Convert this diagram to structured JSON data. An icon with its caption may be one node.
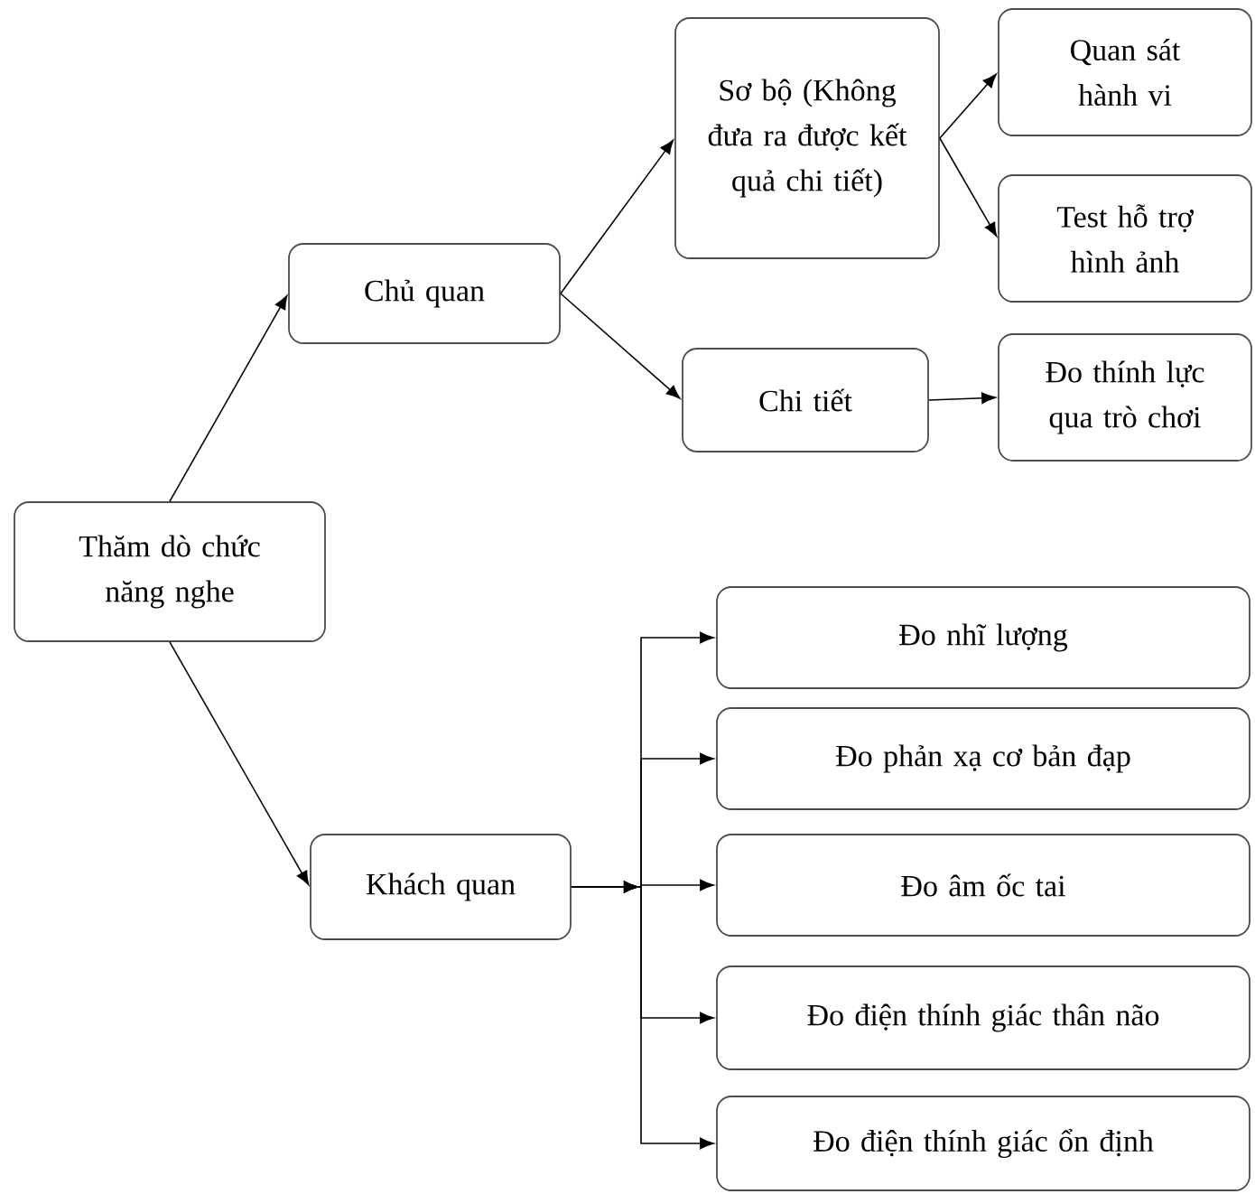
{
  "diagram": {
    "nodes": [
      {
        "text": [
          "Thăm dò chức năng nghe"
        ]
      },
      {
        "text": [
          "Chủ quan"
        ]
      },
      {
        "text": [
          "Sơ bộ (Không đưa ra được kết quả chi tiết)"
        ]
      },
      {
        "text": [
          "Quan sát hành vi"
        ]
      },
      {
        "text": [
          "Test hỗ trợ hình ảnh"
        ]
      },
      {
        "text": [
          "Chi tiết"
        ]
      },
      {
        "text": [
          "Đo thính lực qua trò chơi"
        ]
      },
      {
        "text": [
          "Khách quan"
        ]
      },
      {
        "text": [
          "Đo nhĩ lượng"
        ]
      },
      {
        "text": [
          "Đo phản xạ cơ bản đạp"
        ]
      },
      {
        "text": [
          "Đo âm ốc tai"
        ]
      },
      {
        "text": [
          "Đo điện thính giác thân não"
        ]
      },
      {
        "text": [
          "Đo điện thính giác ổn định"
        ]
      }
    ],
    "edges": [
      {
        "from": 0,
        "to": 1,
        "arrow": "to"
      },
      {
        "from": 0,
        "to": 7,
        "arrow": "to"
      },
      {
        "from": 1,
        "to": 2,
        "arrow": "to"
      },
      {
        "from": 1,
        "to": 5,
        "arrow": "to"
      },
      {
        "from": 2,
        "to": 3,
        "arrow": "to"
      },
      {
        "from": 2,
        "to": 4,
        "arrow": "to"
      },
      {
        "from": 5,
        "to": 6,
        "arrow": "to"
      },
      {
        "from": 7,
        "to": 8,
        "arrow": "to"
      },
      {
        "from": 7,
        "to": 9,
        "arrow": "to"
      },
      {
        "from": 7,
        "to": 10,
        "arrow": "to"
      },
      {
        "from": 7,
        "to": 11,
        "arrow": "to"
      },
      {
        "from": 7,
        "to": 12,
        "arrow": "to"
      }
    ]
  }
}
